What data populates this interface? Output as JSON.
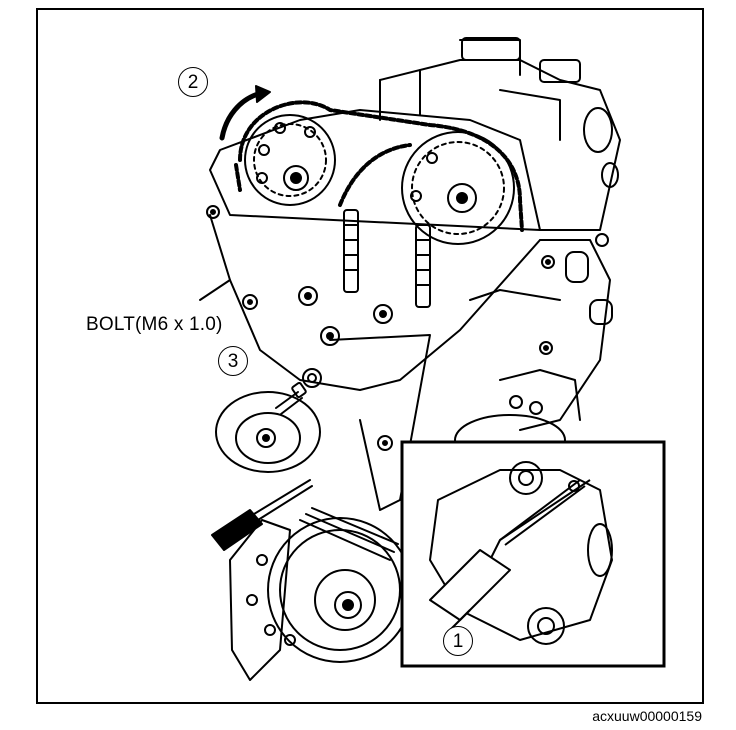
{
  "bolt_label": "BOLT(M6 x 1.0)",
  "callouts": {
    "c1": "1",
    "c2": "2",
    "c3": "3"
  },
  "figure_code": "acxuuw00000159"
}
